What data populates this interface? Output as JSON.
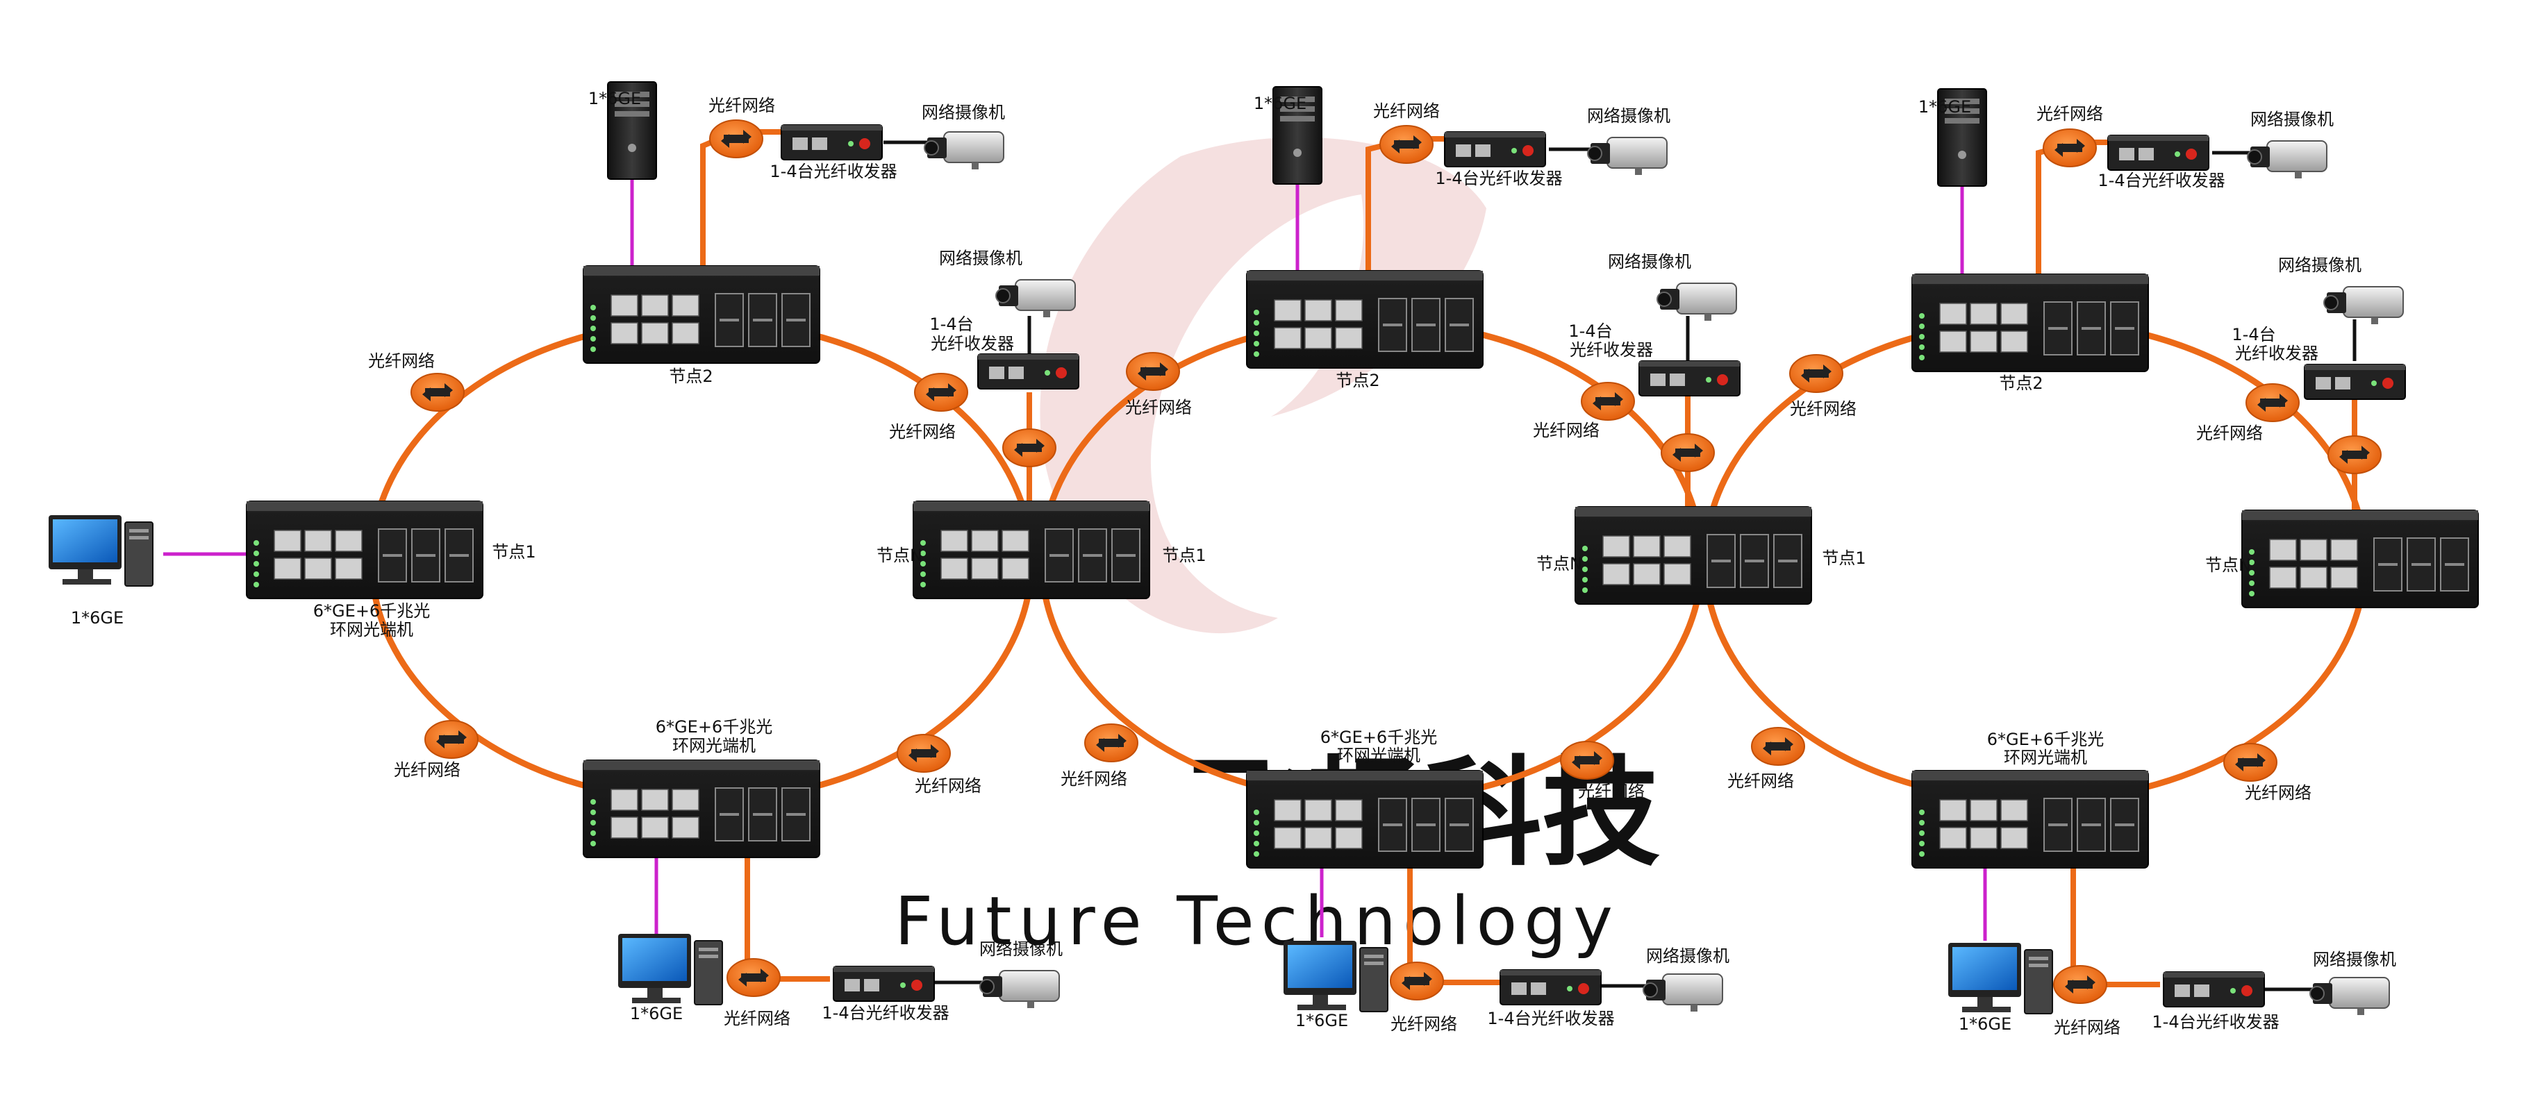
{
  "labels": {
    "fiber_network": "光纤网络",
    "network_camera": "网络摄像机",
    "transceiver_1to4": "1-4台光纤收发器",
    "transceiver_1to4_line1": "1-4台",
    "transceiver_1to4_line2": "光纤收发器",
    "node1": "节点1",
    "node2": "节点2",
    "nodeN": "节点N",
    "six_ge": "1*6GE",
    "ring_switch_line1": "6*GE+6千兆光",
    "ring_switch_line2": "环网光端机"
  },
  "watermark": {
    "brand_cn": "飞畅科技",
    "brand_en": "Future Technology"
  },
  "colors": {
    "fiber": "#ec6a17",
    "ethernet": "#cc22cc",
    "switch_body": "#1c1c1c",
    "watermark": "#f1d6d6"
  },
  "icons": [
    "server-tower-icon",
    "desktop-computer-icon",
    "ip-camera-icon",
    "fiber-transceiver-icon",
    "fiber-link-icon",
    "ring-switch-icon"
  ]
}
